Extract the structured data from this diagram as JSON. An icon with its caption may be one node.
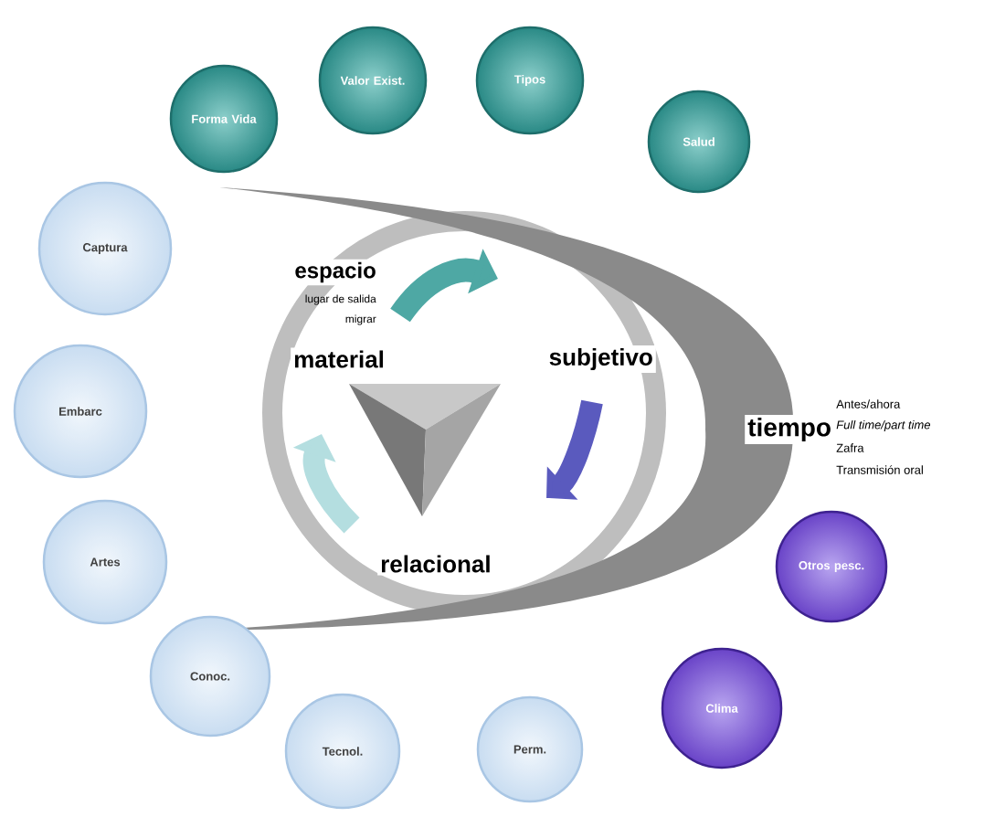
{
  "diagram": {
    "nodes": [
      {
        "text": [
          "Forma Vida"
        ]
      },
      {
        "text": [
          "Valor Exist."
        ]
      },
      {
        "text": [
          "Tipos"
        ]
      },
      {
        "text": [
          "Salud"
        ]
      },
      {
        "text": [
          "Captura"
        ]
      },
      {
        "text": [
          "Embarc"
        ]
      },
      {
        "text": [
          "Artes"
        ]
      },
      {
        "text": [
          "Otros pesc."
        ]
      },
      {
        "text": [
          "Conoc."
        ]
      },
      {
        "text": [
          "Clima"
        ]
      },
      {
        "text": [
          "Tecnol."
        ]
      },
      {
        "text": [
          "Perm."
        ]
      }
    ],
    "labels": [
      "espacio",
      "lugar de salida",
      "migrar",
      "material",
      "subjetivo",
      "tiempo",
      "Antes/ahora",
      "Full time/part time",
      "Zafra",
      "Transmisión oral",
      "relacional"
    ]
  }
}
